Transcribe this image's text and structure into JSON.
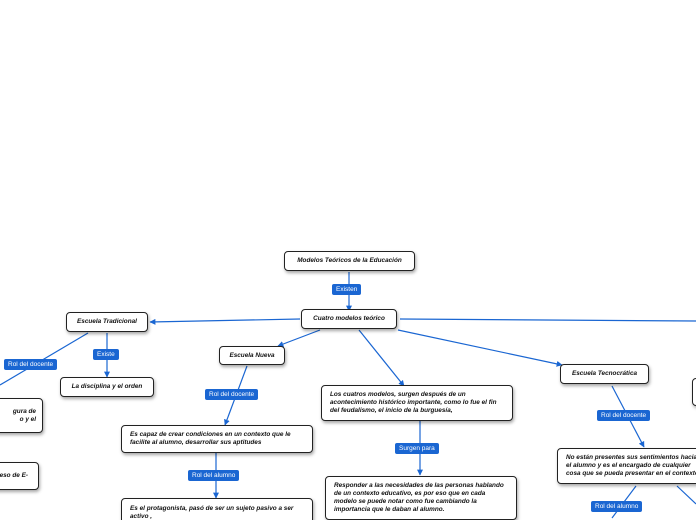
{
  "diagram": {
    "root": "Modelos Teóricos de la Educación",
    "root_link": "Existen",
    "hub": "Cuatro modelos teórico",
    "branches": {
      "tradicional": {
        "title": "Escuela Tradicional",
        "link_existe": "Existe",
        "existe_text": "La disciplina y el orden",
        "link_docente": "Rol del docente",
        "docente_text_partial": "gura de\no y el",
        "lower_text_partial": "eso de E-"
      },
      "nueva": {
        "title": "Escuela Nueva",
        "link_docente": "Rol del docente",
        "docente_text": "Es capaz de crear condiciones en un contexto que le facilite al alumno, desarrollar sus aptitudes",
        "link_alumno": "Rol del alumno",
        "alumno_text": "Es el protagonista, pasó de ser un sujeto pasivo a ser  activo ,"
      },
      "contexto": {
        "text": "Los cuatros modelos, surgen después  de un acontecimiento histórico importante, como lo fue el fin del feudalismo, el inicio de la burguesía,",
        "link": "Surgen para",
        "result_text": "Responder a las necesidades de las personas hablando de un contexto educativo, es por eso que en cada modelo se puede notar como fue cambiando la importancia que le daban al alumno."
      },
      "tecnocratica": {
        "title": "Escuela Tecnocrática",
        "link_docente": "Rol del docente",
        "docente_text": "No están presentes sus sentimientos hacia el alumno y es el encargado de cualquier cosa que se pueda presentar en el contexto",
        "link_alumno": "Rol del alumno"
      }
    }
  }
}
